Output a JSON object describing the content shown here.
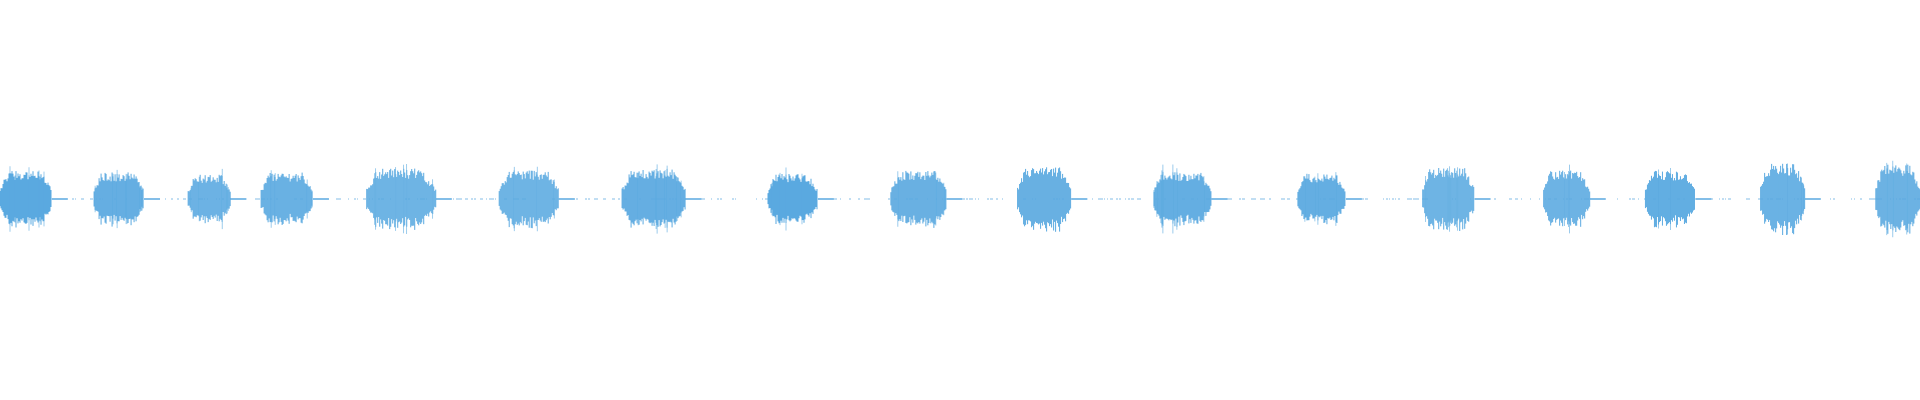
{
  "waveform": {
    "color": "#5aa9e0",
    "background": "#ffffff",
    "segments": [
      {
        "start": 0.0,
        "end": 0.027,
        "level": 0.45
      },
      {
        "start": 0.049,
        "end": 0.075,
        "level": 0.42
      },
      {
        "start": 0.098,
        "end": 0.12,
        "level": 0.38
      },
      {
        "start": 0.136,
        "end": 0.163,
        "level": 0.42
      },
      {
        "start": 0.191,
        "end": 0.227,
        "level": 0.48
      },
      {
        "start": 0.26,
        "end": 0.291,
        "level": 0.46
      },
      {
        "start": 0.324,
        "end": 0.357,
        "level": 0.47
      },
      {
        "start": 0.4,
        "end": 0.426,
        "level": 0.4
      },
      {
        "start": 0.464,
        "end": 0.493,
        "level": 0.44
      },
      {
        "start": 0.53,
        "end": 0.558,
        "level": 0.5
      },
      {
        "start": 0.601,
        "end": 0.631,
        "level": 0.43
      },
      {
        "start": 0.676,
        "end": 0.701,
        "level": 0.4
      },
      {
        "start": 0.741,
        "end": 0.768,
        "level": 0.5
      },
      {
        "start": 0.804,
        "end": 0.828,
        "level": 0.45
      },
      {
        "start": 0.857,
        "end": 0.883,
        "level": 0.44
      },
      {
        "start": 0.917,
        "end": 0.94,
        "level": 0.55
      },
      {
        "start": 0.977,
        "end": 1.0,
        "level": 0.55
      }
    ]
  }
}
